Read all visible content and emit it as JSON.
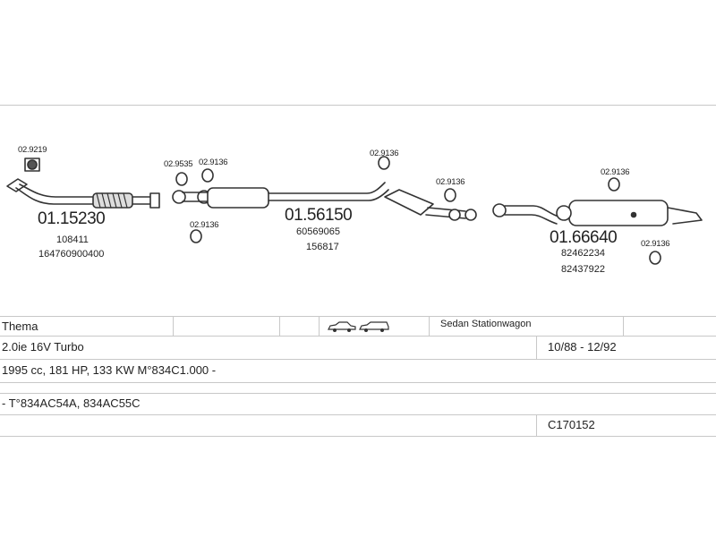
{
  "parts": {
    "clamp_front_top": "02.9219",
    "front_pipe": {
      "number": "01.15230",
      "refs": [
        "108411",
        "164760900400"
      ]
    },
    "clamp_a": "02.9535",
    "clamp_b": "02.9136",
    "clamp_c": "02.9136",
    "middle_silencer": {
      "number": "01.56150",
      "refs": [
        "60569065",
        "156817"
      ]
    },
    "clamp_d": "02.9136",
    "clamp_e": "02.9136",
    "clamp_f": "02.9136",
    "rear_silencer": {
      "number": "01.66640",
      "refs": [
        "82462234",
        "82437922"
      ]
    },
    "clamp_g": "02.9136"
  },
  "vehicle": {
    "model": "Thema",
    "body_types": "Sedan Stationwagon",
    "engine": "2.0ie 16V Turbo",
    "years": "10/88 - 12/92",
    "specs": "1995 cc, 181 HP, 133 KW M°834C1.000 -",
    "type_codes": "- T°834AC54A, 834AC55C",
    "catalog_code": "C170152"
  },
  "icons": [
    "sedan-car-icon",
    "stationwagon-car-icon"
  ]
}
